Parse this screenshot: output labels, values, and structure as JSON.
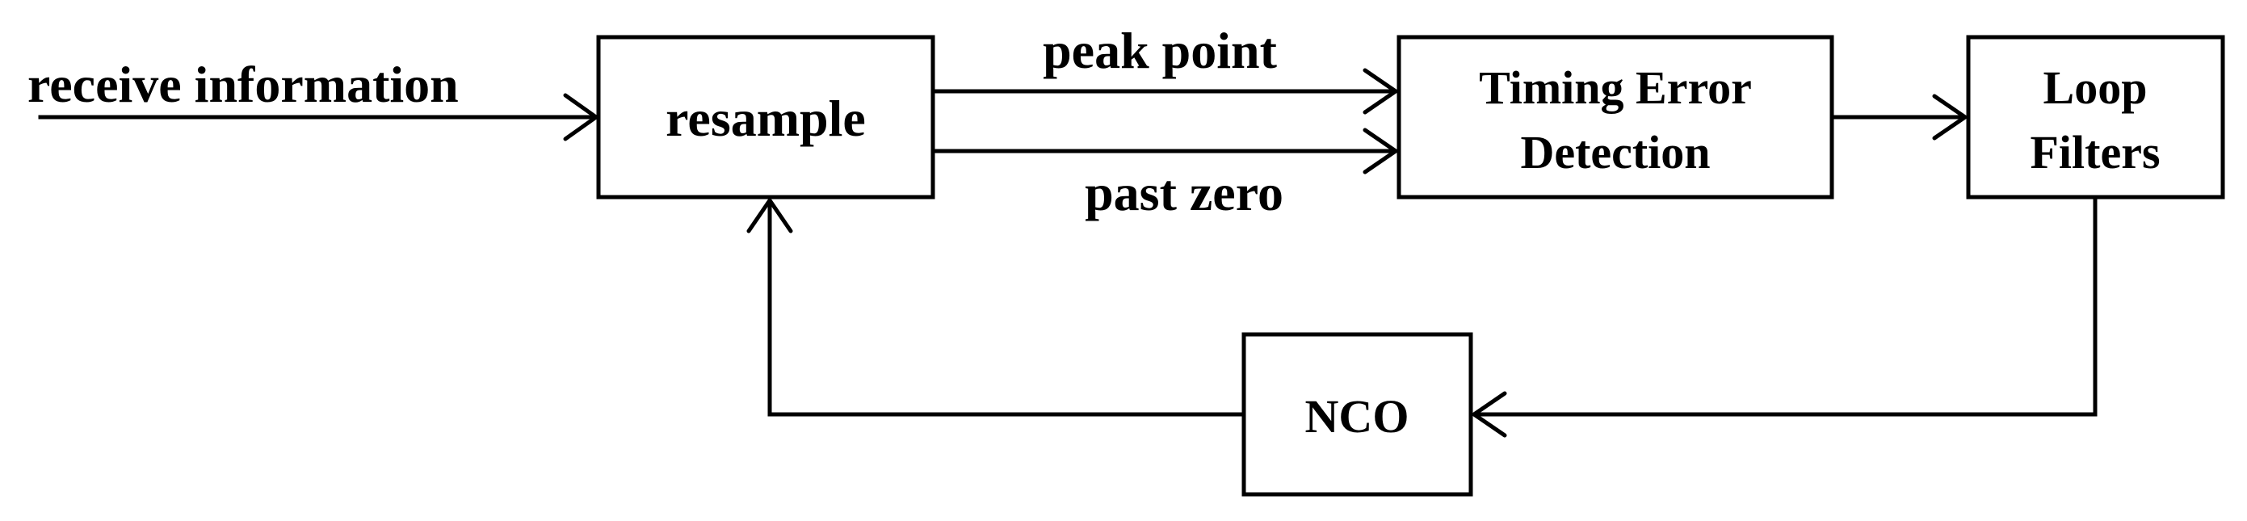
{
  "diagram": {
    "input_label": "receive information",
    "resample_label": "resample",
    "peak_label": "peak point",
    "zero_label": "past zero",
    "ted_line1": "Timing Error",
    "ted_line2": "Detection",
    "loop_line1": "Loop",
    "loop_line2": "Filters",
    "nco_label": "NCO"
  }
}
